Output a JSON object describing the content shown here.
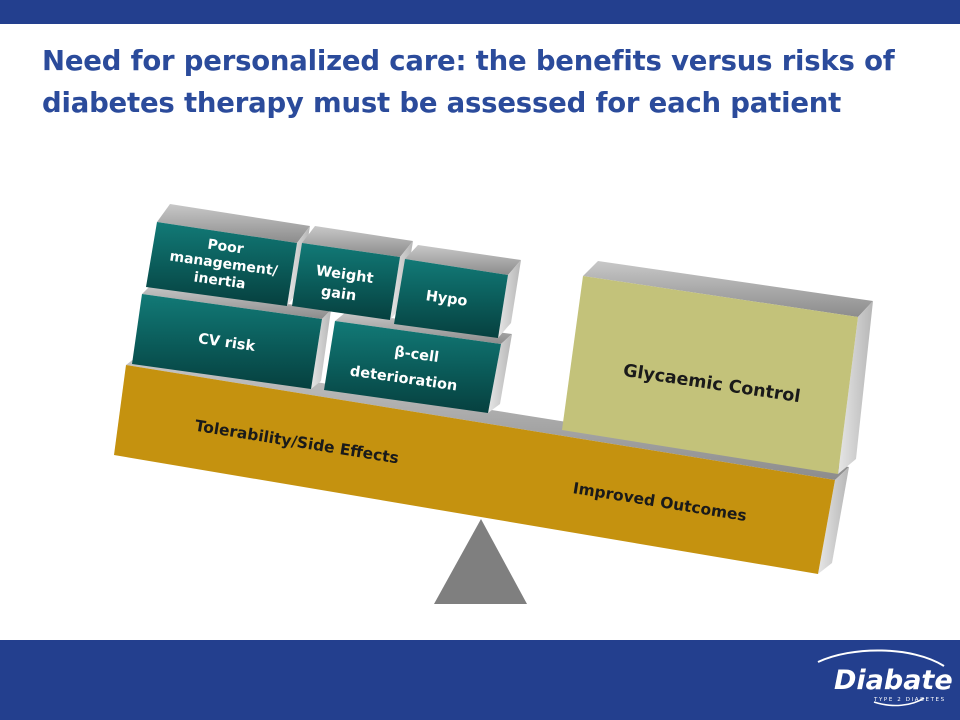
{
  "title": "Need for personalized care: the benefits versus risks of diabetes therapy must be assessed for each patient",
  "risks": {
    "poor_management": [
      "Poor",
      "management/",
      "inertia"
    ],
    "weight_gain": [
      "Weight",
      "gain"
    ],
    "hypo": "Hypo",
    "cv_risk": "CV risk",
    "beta_cell": [
      "β-cell",
      "deterioration"
    ]
  },
  "benefits": {
    "glycaemic_control": "Glycaemic Control"
  },
  "beam": {
    "left_label": "Tolerability/Side Effects",
    "right_label": "Improved Outcomes"
  },
  "logo": {
    "wordmark": "Diabate",
    "subtitle": "TYPE 2 DIABETES"
  },
  "colors": {
    "header_bar": "#233f8e",
    "title_text": "#2b4b9b",
    "risk_block": "#0a5a58",
    "benefit_block": "#c3c27a",
    "beam": "#c5920f",
    "fulcrum": "#7f7f7f"
  }
}
